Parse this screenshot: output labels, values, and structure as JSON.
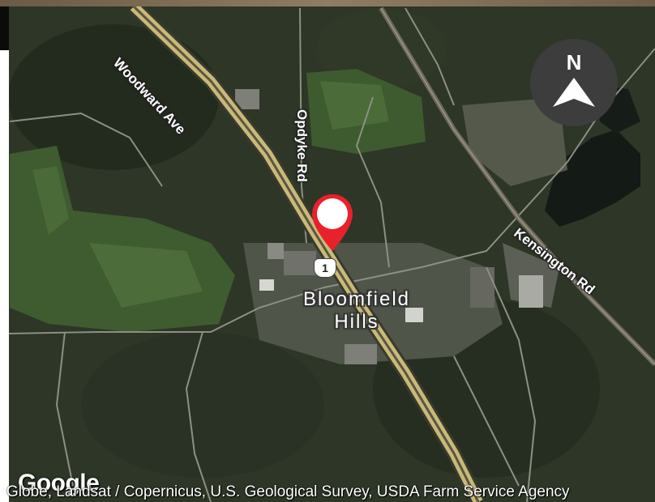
{
  "map": {
    "type": "satellite",
    "roads": [
      {
        "name": "Woodward Ave"
      },
      {
        "name": "Opdyke Rd"
      },
      {
        "name": "Kensington Rd"
      }
    ],
    "route_shield": "1",
    "city": {
      "line1": "Bloomfield",
      "line2": "Hills"
    },
    "compass": {
      "label": "N",
      "icon": "north-arrow-icon"
    },
    "marker": {
      "icon": "map-pin-icon",
      "color": "#e8212b"
    },
    "logo": "Google",
    "attribution": "Globe, Landsat / Copernicus, U.S. Geological Survey, USDA Farm Service Agency"
  }
}
